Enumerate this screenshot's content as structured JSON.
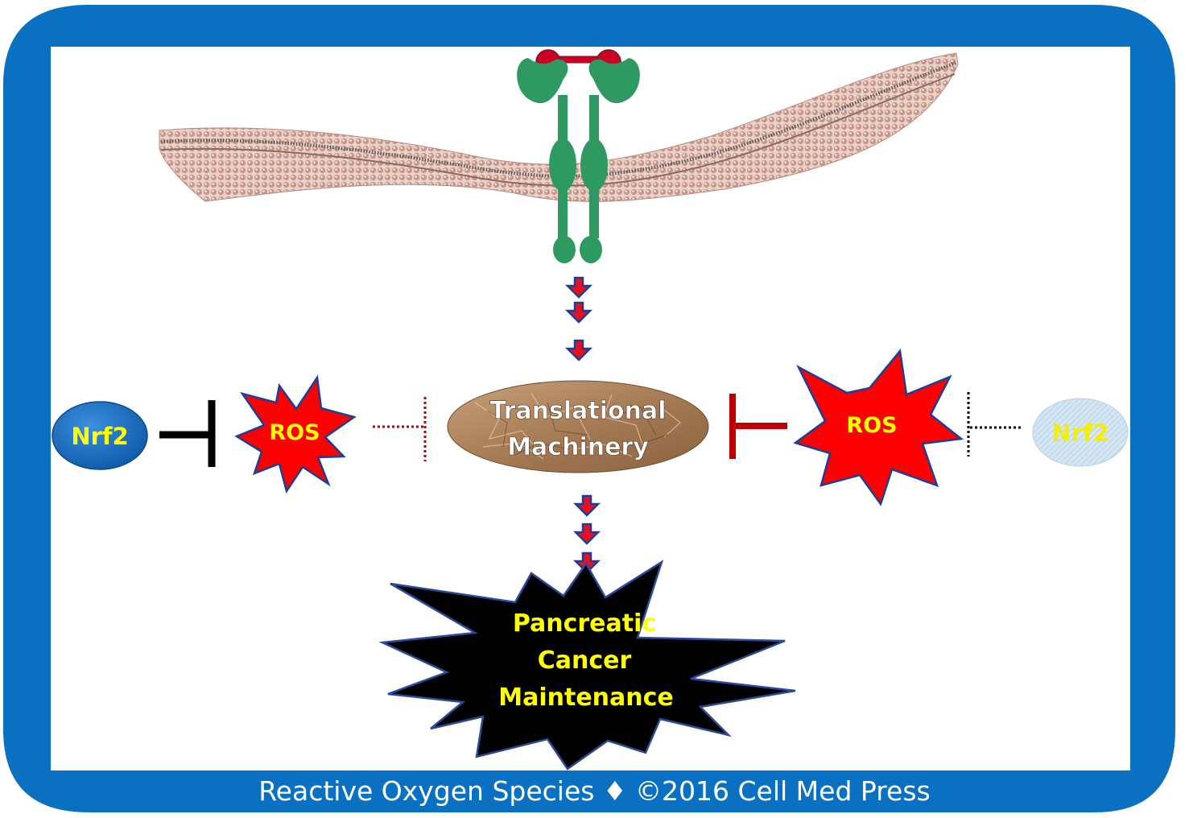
{
  "diagram": {
    "nodes": {
      "nrf2_left": "Nrf2",
      "ros_left": "ROS",
      "translational_line1": "Translational",
      "translational_line2": "Machinery",
      "ros_right": "ROS",
      "nrf2_right": "Nrf2",
      "cancer_line1": "Pancreatic",
      "cancer_line2": "Cancer",
      "cancer_line3": "Maintenance"
    },
    "edges": [
      {
        "from": "receptor",
        "to": "translational_machinery",
        "type": "activation-arrows"
      },
      {
        "from": "translational_machinery",
        "to": "pancreatic_cancer_maintenance",
        "type": "activation-arrows"
      },
      {
        "from": "nrf2_left",
        "to": "ros_left",
        "type": "inhibition"
      },
      {
        "from": "ros_left",
        "to": "translational_machinery",
        "type": "inhibition-dashed"
      },
      {
        "from": "ros_right",
        "to": "translational_machinery",
        "type": "inhibition"
      },
      {
        "from": "nrf2_right",
        "to": "ros_right",
        "type": "inhibition-dashed"
      }
    ]
  },
  "colors": {
    "frame_blue": "#0a70c2",
    "receptor_green": "#2e9a62",
    "ligand_red": "#cc0022",
    "arrow_red": "#e8101e",
    "arrow_outline": "#1a3f99",
    "ros_red": "#ff0000",
    "inhibitor_dark_red": "#c00000",
    "cancer_text_yellow": "#ffff00",
    "nrf2_blue": "#1a6fc4",
    "nrf2_text_yellow": "#ffff00"
  },
  "footer": "Reactive Oxygen Species ♦ ©2016 Cell Med Press"
}
